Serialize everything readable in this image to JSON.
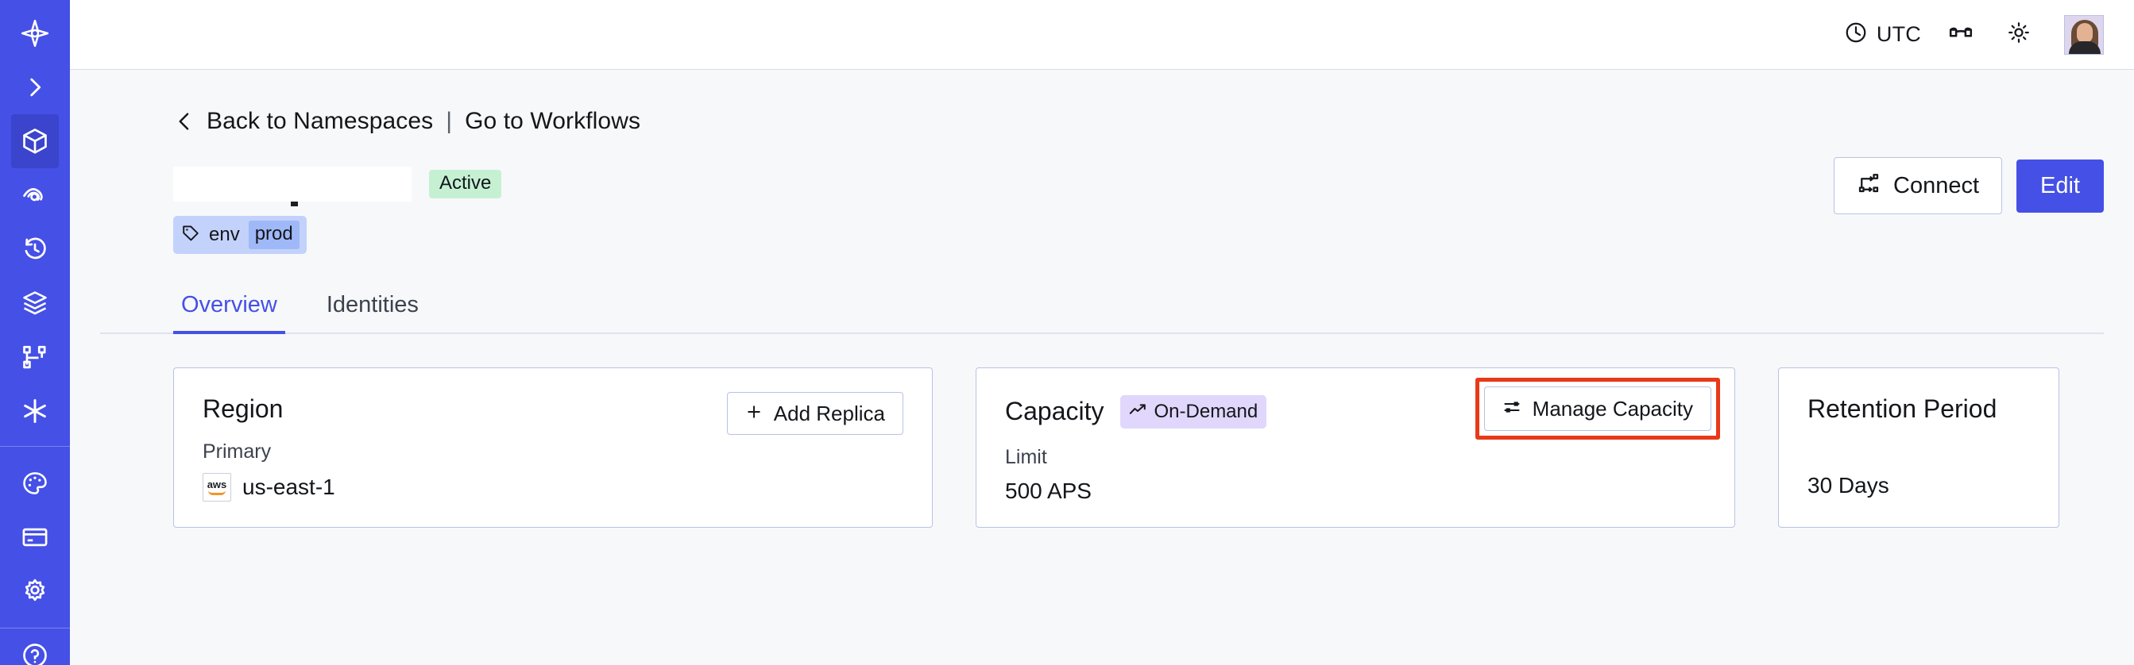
{
  "sidebar": {
    "brand_icon": "temporal-logo-icon",
    "items": [
      {
        "icon": "chevron-right-icon",
        "name": "expand-sidebar",
        "active": false
      },
      {
        "icon": "cube-icon",
        "name": "namespaces",
        "active": true
      },
      {
        "icon": "eye-icon",
        "name": "observability",
        "active": false
      },
      {
        "icon": "history-clock-icon",
        "name": "schedules",
        "active": false
      },
      {
        "icon": "layers-icon",
        "name": "workers",
        "active": false
      },
      {
        "icon": "workflow-nodes-icon",
        "name": "workflows",
        "active": false
      },
      {
        "icon": "asterisk-icon",
        "name": "nexus",
        "active": false
      },
      {
        "icon": "palette-icon",
        "name": "usage",
        "active": false
      },
      {
        "icon": "credit-card-icon",
        "name": "billing",
        "active": false
      },
      {
        "icon": "gear-icon",
        "name": "settings",
        "active": false
      },
      {
        "icon": "help-circle-icon",
        "name": "help",
        "active": false
      }
    ]
  },
  "topbar": {
    "clock_icon": "clock-icon",
    "timezone": "UTC",
    "glasses_icon": "glasses-icon",
    "theme_icon": "sun-icon",
    "avatar_name": "user-avatar"
  },
  "breadcrumb": {
    "back_icon": "chevron-left-icon",
    "back_label": "Back to Namespaces",
    "separator": "|",
    "forward_label": "Go to Workflows"
  },
  "header": {
    "namespace_title": "",
    "status": "Active",
    "tag": {
      "icon": "tag-icon",
      "key": "env",
      "value": "prod"
    },
    "actions": {
      "connect_icon": "connect-icon",
      "connect_label": "Connect",
      "edit_label": "Edit"
    }
  },
  "tabs": [
    {
      "label": "Overview",
      "active": true
    },
    {
      "label": "Identities",
      "active": false
    }
  ],
  "cards": {
    "region": {
      "title": "Region",
      "button_icon": "plus-icon",
      "button_label": "Add Replica",
      "sub_label": "Primary",
      "provider_icon": "aws-logo-icon",
      "provider_text": "aws",
      "value": "us-east-1"
    },
    "capacity": {
      "title": "Capacity",
      "badge_icon": "trending-up-icon",
      "badge_label": "On-Demand",
      "button_icon": "sliders-icon",
      "button_label": "Manage Capacity",
      "button_highlighted": true,
      "highlight_color": "#e8391a",
      "sub_label": "Limit",
      "value": "500 APS"
    },
    "retention": {
      "title": "Retention Period",
      "value": "30 Days"
    }
  },
  "colors": {
    "brand": "#4550e6",
    "sidebar_bg": "#4550e6",
    "sidebar_active": "#3a44cc",
    "page_bg": "#f7f8fa",
    "card_border": "#b9c2e4",
    "status_active_bg": "#c5f1d2",
    "tag_bg": "#c3d2fb",
    "tag_value_bg": "#9fb8f7",
    "ondemand_bg": "#e1d6fb",
    "highlight": "#e8391a"
  }
}
